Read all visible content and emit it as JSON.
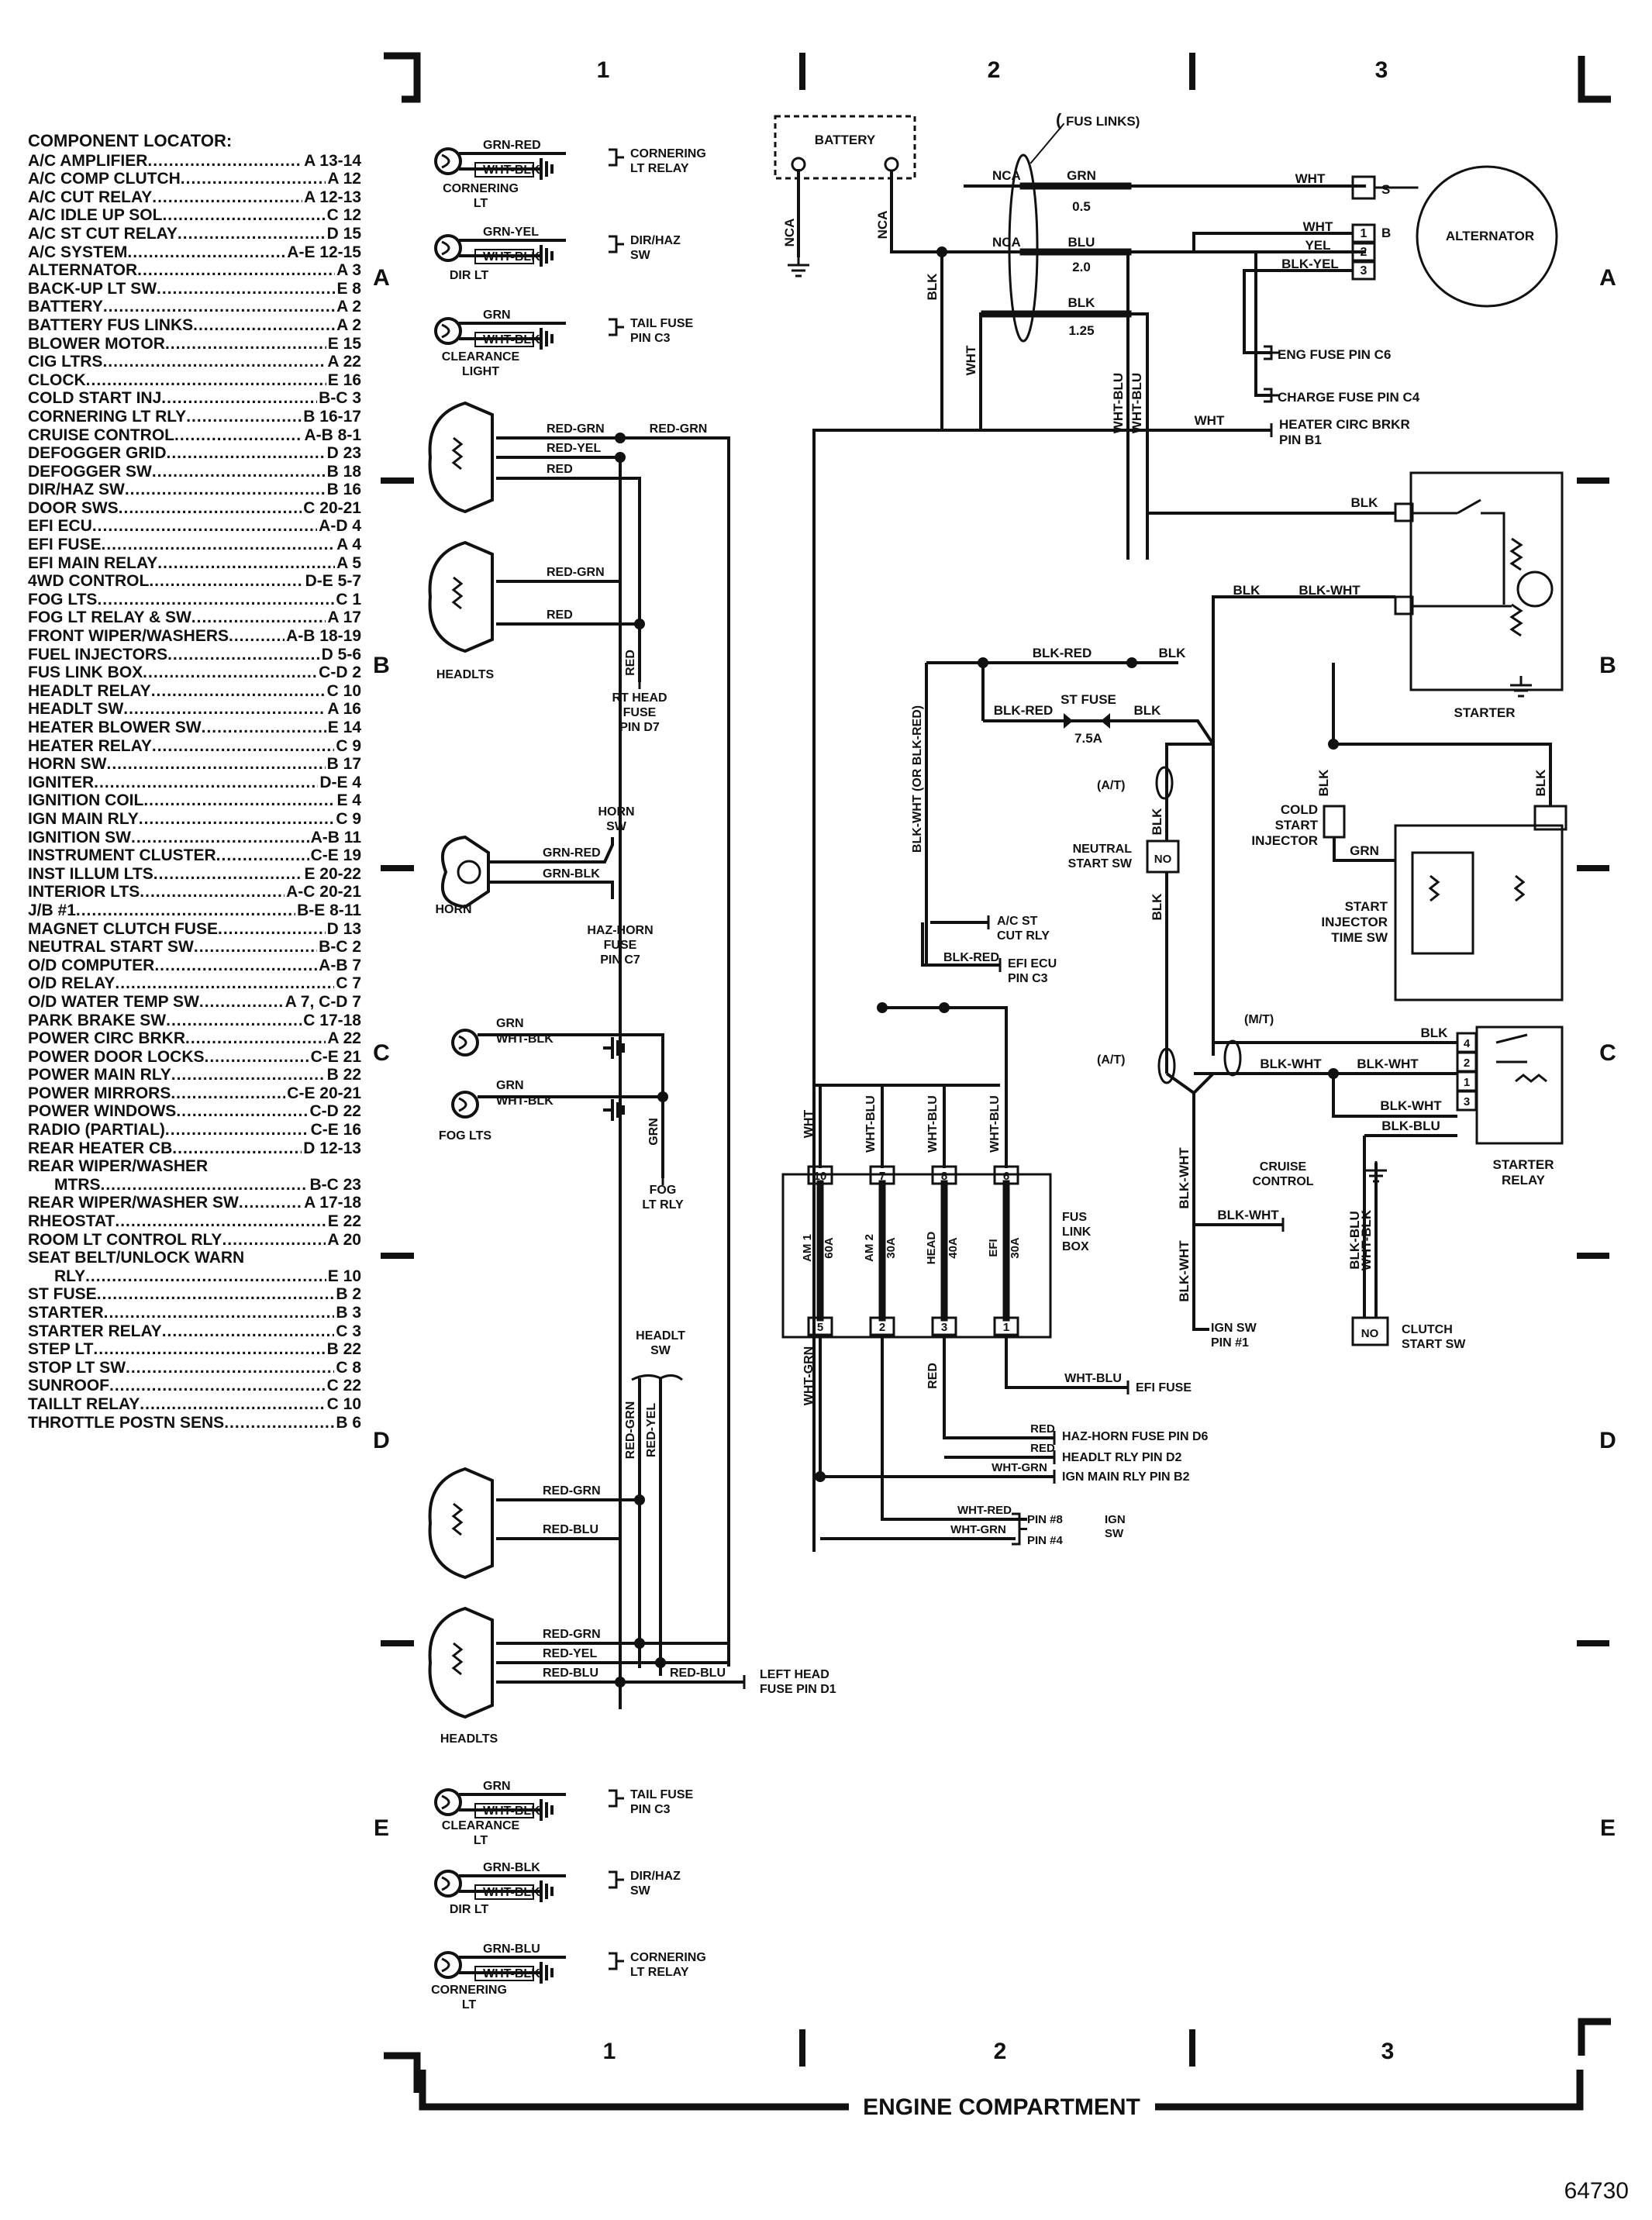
{
  "locator": {
    "title": "COMPONENT LOCATOR:",
    "items": [
      [
        "A/C AMPLIFIER",
        "A 13-14"
      ],
      [
        "A/C COMP CLUTCH",
        "A 12"
      ],
      [
        "A/C CUT RELAY",
        "A 12-13"
      ],
      [
        "A/C IDLE UP SOL",
        "C 12"
      ],
      [
        "A/C ST CUT RELAY",
        "D 15"
      ],
      [
        "A/C SYSTEM",
        "A-E 12-15"
      ],
      [
        "ALTERNATOR",
        "A 3"
      ],
      [
        "BACK-UP LT SW",
        "E 8"
      ],
      [
        "BATTERY",
        "A 2"
      ],
      [
        "BATTERY FUS LINKS",
        "A 2"
      ],
      [
        "BLOWER MOTOR",
        "E 15"
      ],
      [
        "CIG LTRS",
        "A 22"
      ],
      [
        "CLOCK",
        "E 16"
      ],
      [
        "COLD START INJ",
        "B-C 3"
      ],
      [
        "CORNERING LT RLY",
        "B 16-17"
      ],
      [
        "CRUISE CONTROL",
        "A-B 8-1"
      ],
      [
        "DEFOGGER GRID",
        "D 23"
      ],
      [
        "DEFOGGER SW",
        "B 18"
      ],
      [
        "DIR/HAZ SW",
        "B 16"
      ],
      [
        "DOOR SWS",
        "C 20-21"
      ],
      [
        "EFI ECU",
        "A-D 4"
      ],
      [
        "EFI FUSE",
        "A 4"
      ],
      [
        "EFI MAIN RELAY",
        "A 5"
      ],
      [
        "4WD CONTROL",
        "D-E 5-7"
      ],
      [
        "FOG LTS",
        "C 1"
      ],
      [
        "FOG LT RELAY & SW",
        "A 17"
      ],
      [
        "FRONT WIPER/WASHERS",
        "A-B 18-19"
      ],
      [
        "FUEL INJECTORS",
        "D 5-6"
      ],
      [
        "FUS LINK BOX",
        "C-D 2"
      ],
      [
        "HEADLT RELAY",
        "C 10"
      ],
      [
        "HEADLT SW",
        "A 16"
      ],
      [
        "HEATER BLOWER SW",
        "E 14"
      ],
      [
        "HEATER RELAY",
        "C 9"
      ],
      [
        "HORN SW",
        "B 17"
      ],
      [
        "IGNITER",
        "D-E 4"
      ],
      [
        "IGNITION COIL",
        "E 4"
      ],
      [
        "IGN MAIN RLY",
        "C 9"
      ],
      [
        "IGNITION SW",
        "A-B 11"
      ],
      [
        "INSTRUMENT CLUSTER",
        "C-E 19"
      ],
      [
        "INST ILLUM LTS",
        "E 20-22"
      ],
      [
        "INTERIOR LTS",
        "A-C 20-21"
      ],
      [
        "J/B #1",
        "B-E 8-11"
      ],
      [
        "MAGNET CLUTCH FUSE",
        "D 13"
      ],
      [
        "NEUTRAL START SW",
        "B-C 2"
      ],
      [
        "O/D COMPUTER",
        "A-B 7"
      ],
      [
        "O/D RELAY",
        "C 7"
      ],
      [
        "O/D WATER TEMP SW",
        "A 7, C-D 7"
      ],
      [
        "PARK BRAKE SW",
        "C 17-18"
      ],
      [
        "POWER CIRC BRKR",
        "A 22"
      ],
      [
        "POWER DOOR LOCKS",
        "C-E 21"
      ],
      [
        "POWER MAIN RLY",
        "B 22"
      ],
      [
        "POWER MIRRORS",
        "C-E 20-21"
      ],
      [
        "POWER WINDOWS",
        "C-D 22"
      ],
      [
        "RADIO (PARTIAL)",
        "C-E 16"
      ],
      [
        "REAR HEATER CB",
        "D 12-13"
      ],
      [
        "REAR WIPER/WASHER",
        ""
      ],
      [
        "MTRS",
        "B-C 23"
      ],
      [
        "REAR WIPER/WASHER SW",
        "A 17-18"
      ],
      [
        "RHEOSTAT",
        "E 22"
      ],
      [
        "ROOM LT CONTROL RLY",
        "A 20"
      ],
      [
        "SEAT BELT/UNLOCK WARN",
        ""
      ],
      [
        "RLY",
        "E 10"
      ],
      [
        "ST FUSE",
        "B 2"
      ],
      [
        "STARTER",
        "B 3"
      ],
      [
        "STARTER RELAY",
        "C 3"
      ],
      [
        "STEP LT",
        "B 22"
      ],
      [
        "STOP LT SW",
        "C 8"
      ],
      [
        "SUNROOF",
        "C 22"
      ],
      [
        "TAILLT RELAY",
        "C 10"
      ],
      [
        "THROTTLE POSTN SENS",
        "B 6"
      ]
    ]
  },
  "grid": {
    "cols": [
      "1",
      "2",
      "3"
    ],
    "rows": [
      "A",
      "B",
      "C",
      "D",
      "E"
    ]
  },
  "footer": {
    "title": "ENGINE COMPARTMENT",
    "docnum": "64730"
  },
  "labels": {
    "battery": "BATTERY",
    "fus_links": "FUS LINKS",
    "alternator": "ALTERNATOR",
    "starter": "STARTER",
    "starter_relay": [
      "STARTER",
      "RELAY"
    ],
    "cold_start": [
      "COLD",
      "START",
      "INJECTOR"
    ],
    "start_inj_time": [
      "START",
      "INJECTOR",
      "TIME SW"
    ],
    "neutral_start": [
      "NEUTRAL",
      "START SW"
    ],
    "clutch_start": [
      "CLUTCH",
      "START SW"
    ],
    "fus_link_box": [
      "FUS",
      "LINK",
      "BOX"
    ],
    "st_fuse": "ST FUSE",
    "st_fuse_amp": "7.5A",
    "fuse_cells": [
      {
        "name": "AM 1",
        "amp": "60A",
        "top": "10",
        "bot": "5",
        "wire_top": "WHT",
        "wire_bot": "WHT-GRN"
      },
      {
        "name": "AM 2",
        "amp": "30A",
        "top": "7",
        "bot": "2",
        "wire_top": "WHT-BLU",
        "wire_bot": ""
      },
      {
        "name": "HEAD",
        "amp": "40A",
        "top": "8",
        "bot": "3",
        "wire_top": "WHT-BLU",
        "wire_bot": "RED"
      },
      {
        "name": "EFI",
        "amp": "30A",
        "top": "6",
        "bot": "1",
        "wire_top": "WHT-BLU",
        "wire_bot": ""
      }
    ],
    "gauges": [
      "0.5",
      "2.0",
      "1.25"
    ],
    "cornering_lt": [
      "CORNERING",
      "LT"
    ],
    "dir_lt": "DIR LT",
    "clearance_light": [
      "CLEARANCE",
      "LIGHT"
    ],
    "clearance_lt": [
      "CLEARANCE",
      "LT"
    ],
    "cornering_lt_relay": [
      "CORNERING",
      "LT RELAY"
    ],
    "dir_haz_sw": [
      "DIR/HAZ",
      "SW"
    ],
    "tail_fuse": [
      "TAIL FUSE",
      "PIN C3"
    ],
    "headlts": "HEADLTS",
    "rt_head_fuse": [
      "RT HEAD",
      "FUSE",
      "PIN D7"
    ],
    "horn": "HORN",
    "horn_sw": [
      "HORN",
      "SW"
    ],
    "haz_horn_fuse": [
      "HAZ-HORN",
      "FUSE",
      "PIN C7"
    ],
    "fog_lts": "FOG LTS",
    "fog_lt_rly": [
      "FOG",
      "LT RLY"
    ],
    "headlt_sw": [
      "HEADLT",
      "SW"
    ],
    "left_head_fuse": [
      "LEFT HEAD",
      "FUSE PIN D1"
    ],
    "eng_fuse": "ENG FUSE PIN C6",
    "charge_fuse": "CHARGE FUSE PIN C4",
    "heater_circ": [
      "HEATER CIRC BRKR",
      "PIN B1"
    ],
    "ac_st_cut": [
      "A/C ST",
      "CUT RLY"
    ],
    "efi_ecu": [
      "EFI ECU",
      "PIN C3"
    ],
    "cruise_control": [
      "CRUISE",
      "CONTROL"
    ],
    "ign_sw_pin1": [
      "IGN SW",
      "PIN #1"
    ],
    "efi_fuse": "EFI FUSE",
    "haz_horn_fuse_d6": "HAZ-HORN FUSE PIN D6",
    "headlt_rly_d2": "HEADLT RLY PIN D2",
    "ign_main_rly_b2": "IGN MAIN RLY PIN B2",
    "pin8": "PIN #8",
    "pin4": "PIN #4",
    "ign_sw": [
      "IGN",
      "SW"
    ],
    "at": "(A/T)",
    "mt": "(M/T)",
    "no": "NO",
    "alt_pins": [
      "S",
      "B",
      "1",
      "2",
      "3"
    ],
    "relay_pins": [
      "4",
      "2",
      "1",
      "3"
    ],
    "wires": {
      "grn_red": "GRN-RED",
      "wht_blk": "WHT-BLK",
      "grn_yel": "GRN-YEL",
      "grn": "GRN",
      "red_grn": "RED-GRN",
      "red_yel": "RED-YEL",
      "red": "RED",
      "red_blu": "RED-BLU",
      "grn_blk": "GRN-BLK",
      "grn_blu": "GRN-BLU",
      "nca": "NCA",
      "blk": "BLK",
      "blu": "BLU",
      "wht": "WHT",
      "yel": "YEL",
      "blk_yel": "BLK-YEL",
      "wht_blu": "WHT-BLU",
      "blk_red": "BLK-RED",
      "blk_wht": "BLK-WHT",
      "blk_blu": "BLK-BLU",
      "wht_red": "WHT-RED",
      "wht_grn": "WHT-GRN",
      "blk_wht_or": "BLK-WHT (OR BLK-RED)"
    }
  }
}
